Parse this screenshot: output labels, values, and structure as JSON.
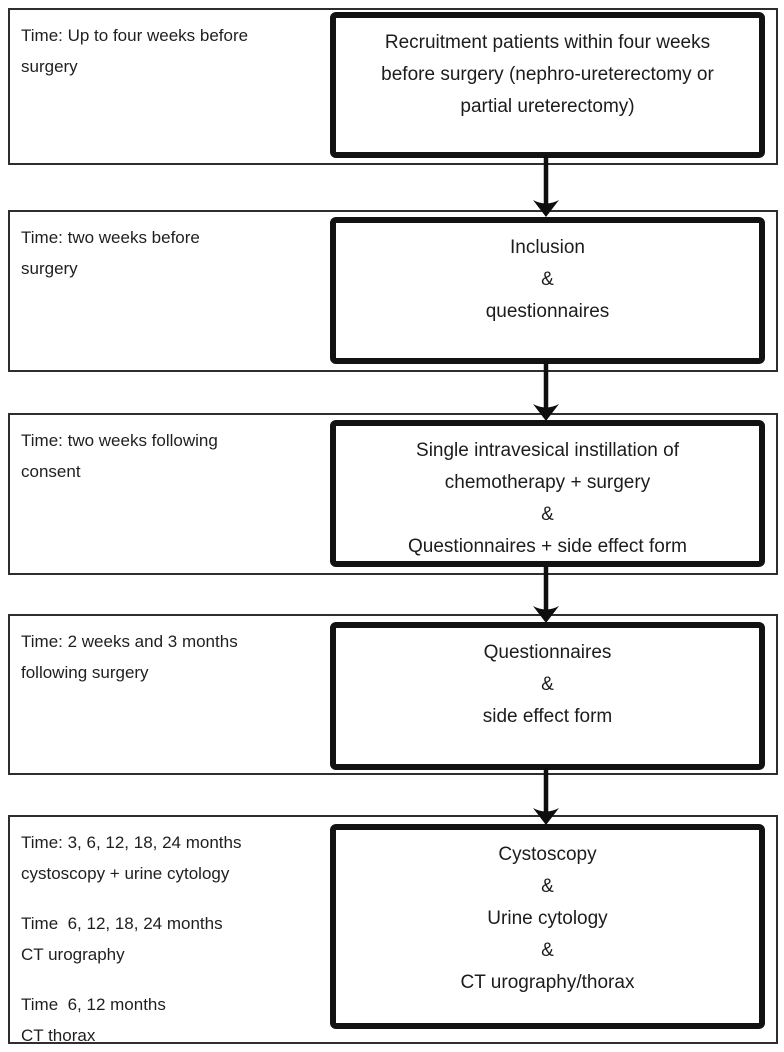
{
  "colors": {
    "background": "#ffffff",
    "text": "#1f1f1f",
    "row_border": "#2e2e2e",
    "box_border": "#121212",
    "arrow": "#0e0e0e"
  },
  "stages": [
    {
      "time_paragraphs": [
        [
          "Time: Up to four weeks before",
          "surgery"
        ]
      ],
      "box_lines": [
        "Recruitment patients within four weeks",
        "before surgery (nephro-ureterectomy or",
        "partial ureterectomy)"
      ]
    },
    {
      "time_paragraphs": [
        [
          "Time: two weeks before",
          "surgery"
        ]
      ],
      "box_lines": [
        "Inclusion",
        "&",
        "questionnaires"
      ]
    },
    {
      "time_paragraphs": [
        [
          "Time: two weeks following",
          "consent"
        ]
      ],
      "box_lines": [
        "Single intravesical instillation of",
        "chemotherapy + surgery",
        "&",
        "Questionnaires + side effect form"
      ]
    },
    {
      "time_paragraphs": [
        [
          "Time: 2 weeks and 3 months",
          "following surgery"
        ]
      ],
      "box_lines": [
        "Questionnaires",
        "&",
        "side effect form"
      ]
    },
    {
      "time_paragraphs": [
        [
          "Time: 3, 6, 12, 18, 24 months",
          "cystoscopy + urine cytology"
        ],
        [
          "Time  6, 12, 18, 24 months",
          "CT urography"
        ],
        [
          "Time  6, 12 months",
          "CT thorax"
        ]
      ],
      "box_lines": [
        "Cystoscopy",
        "&",
        "Urine cytology",
        "&",
        "CT urography/thorax"
      ]
    }
  ]
}
